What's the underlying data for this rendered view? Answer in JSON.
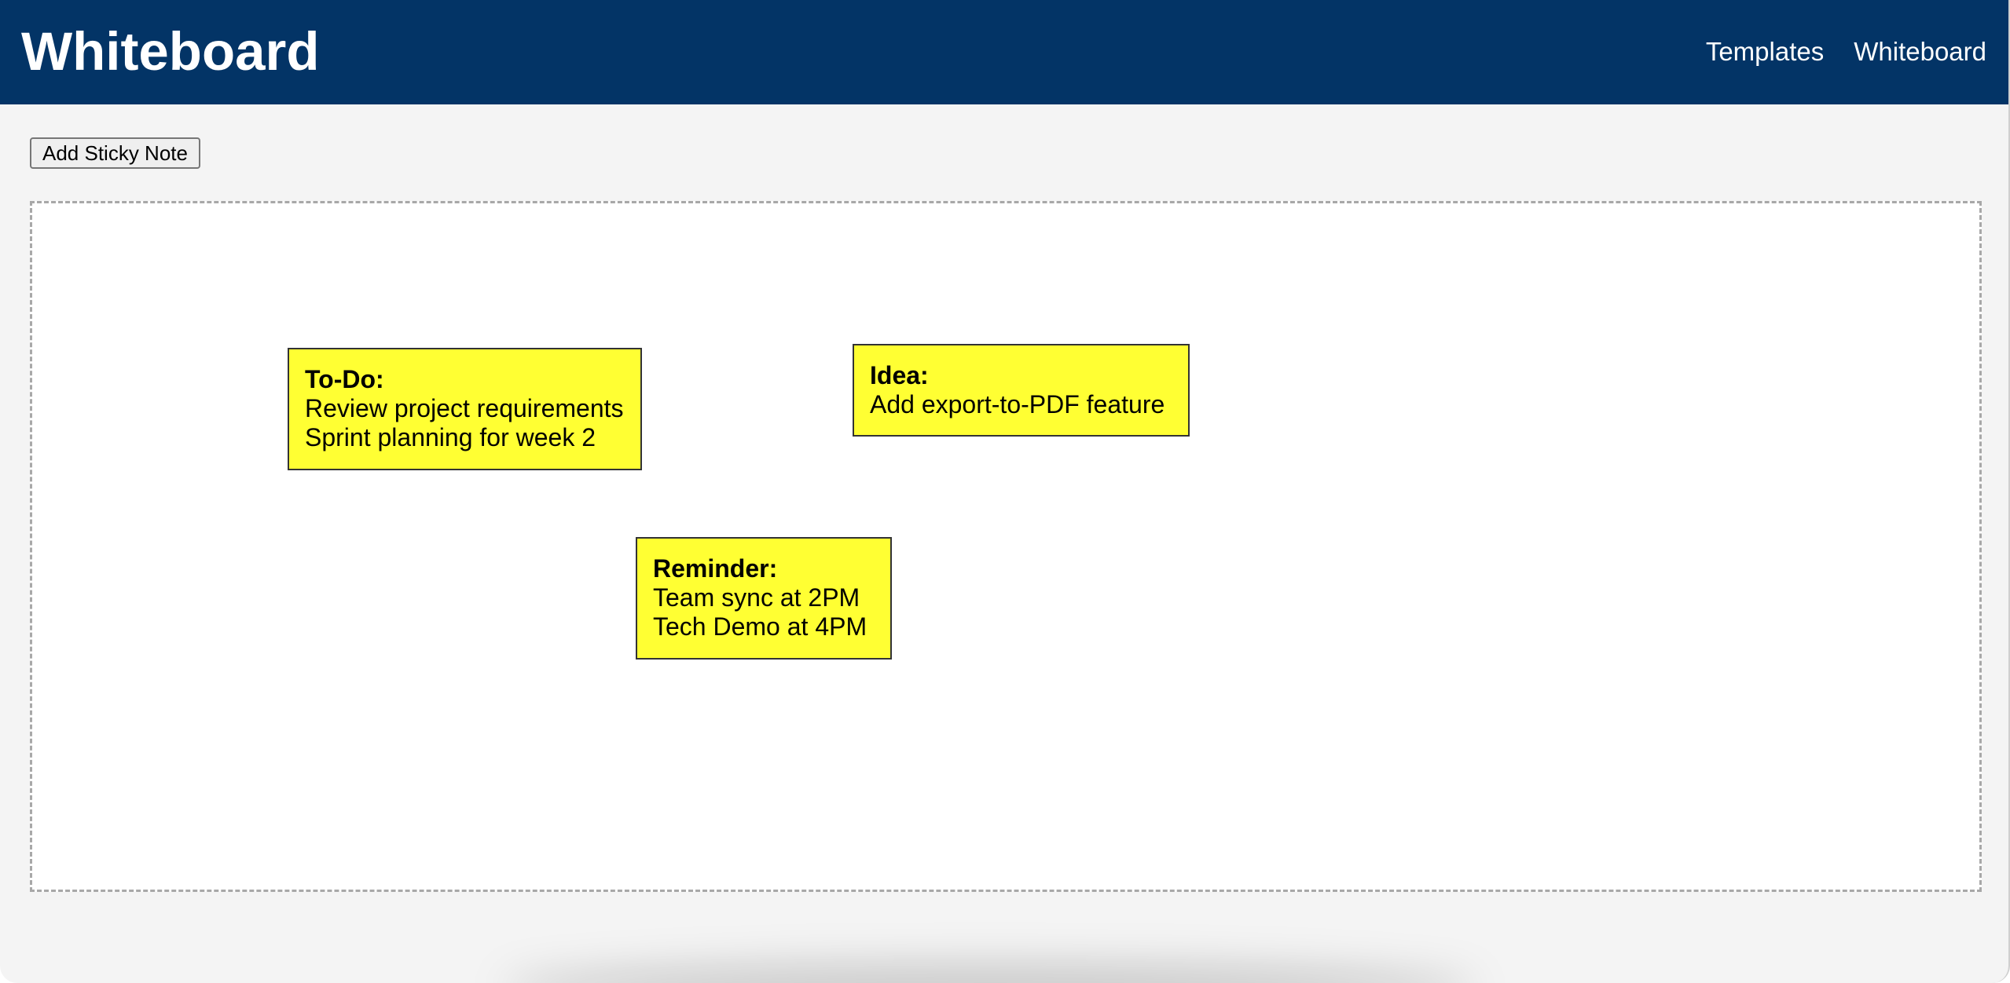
{
  "header": {
    "title": "Whiteboard",
    "nav": [
      {
        "label": "Templates"
      },
      {
        "label": "Whiteboard"
      }
    ],
    "background_color": "#033466"
  },
  "toolbar": {
    "add_note_label": "Add Sticky Note"
  },
  "board": {
    "notes": [
      {
        "title": "To-Do:",
        "lines": [
          "Review project requirements",
          "Sprint planning for week 2"
        ]
      },
      {
        "title": "Idea:",
        "lines": [
          "Add export-to-PDF feature"
        ]
      },
      {
        "title": "Reminder:",
        "lines": [
          "Team sync at 2PM",
          "Tech Demo at 4PM"
        ]
      }
    ],
    "note_color": "#ffff33"
  }
}
